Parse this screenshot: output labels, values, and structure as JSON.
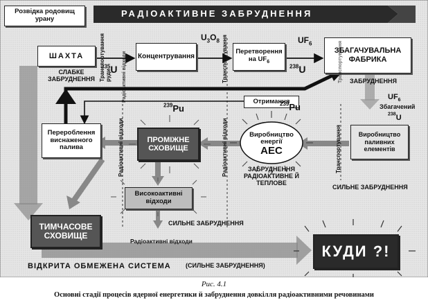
{
  "header": {
    "title": "РАДІОАКТИВНЕ  ЗАБРУДНЕННЯ"
  },
  "boxes": {
    "uranium_exploration": "Розвідка родовищ урану",
    "mine": "ШАХТА",
    "concentration": "Концентрування",
    "conversion_1": "Перетворення",
    "conversion_2": "на UF",
    "conversion_sub": "6",
    "enrichment": "ЗБАГАЧУВАЛЬНА ФАБРИКА",
    "reprocessing": "Перероблення виснаженого палива",
    "interim_storage": "ПРОМІЖНЕ СХОВИЩЕ",
    "plutonium_recovery": "Отримання",
    "npp_line1": "Виробництво",
    "npp_line2": "енергії",
    "npp_abbr": "АЕС",
    "fuel_fabrication": "Виробництво паливних елементів",
    "high_level_waste": "Високоактивні відходи",
    "temporary_storage": "ТИМЧАСОВЕ СХОВИЩЕ",
    "where": "КУДИ ?!"
  },
  "labels": {
    "weak_pollution": "СЛАБКЕ ЗАБРУДНЕННЯ",
    "pollution_enrichment": "ЗАБРУДНЕННЯ",
    "strong_pollution_right": "СИЛЬНЕ ЗАБРУДНЕННЯ",
    "strong_pollution_mid": "СИЛЬНЕ ЗАБРУДНЕННЯ",
    "npp_pollution": "ЗАБРУДНЕННЯ РАДІОАКТИВНЕ Й ТЕПЛОВЕ",
    "radioactive_waste_bottom": "Радіоактивні відходи",
    "open_system": "ВІДКРИТА ОБМЕЖЕНА СИСТЕМА",
    "open_system_note": "(СИЛЬНЕ ЗАБРУДНЕННЯ)",
    "enriched": "Збагачений",
    "transport_ore": "Транспортування руди",
    "transport_1": "Транспортування",
    "transport_2": "Транспортування",
    "transport_3": "Транспортування",
    "rad_waste_v1": "Радіоактивні відходи",
    "rad_waste_v2": "Радіоактивні відходи",
    "rad_waste_v3": "Радіоактивні відходи"
  },
  "formulas": {
    "u3o8_main_1": "U",
    "u3o8_sub_1": "3",
    "u3o8_main_2": "O",
    "u3o8_sub_2": "8",
    "uf6_main": "UF",
    "uf6_sub": "6",
    "u235_mass": "235",
    "u235_sym": "U",
    "u238_mass": "238",
    "u238_sym": "U",
    "pu239_mass_1": "239",
    "pu239_sym_1": "Pu",
    "pu239_mass_2": "239",
    "pu239_sym_2": "Pu",
    "uf6_enriched_main": "UF",
    "uf6_enriched_sub": "6",
    "u238_enriched_mass": "238",
    "u238_enriched_sym": "U"
  },
  "caption": {
    "figure_number": "Рис. 4.1",
    "text": "Основні стадії процесів ядерної енергетики й забруднення довкілля радіоактивними речовинами"
  }
}
